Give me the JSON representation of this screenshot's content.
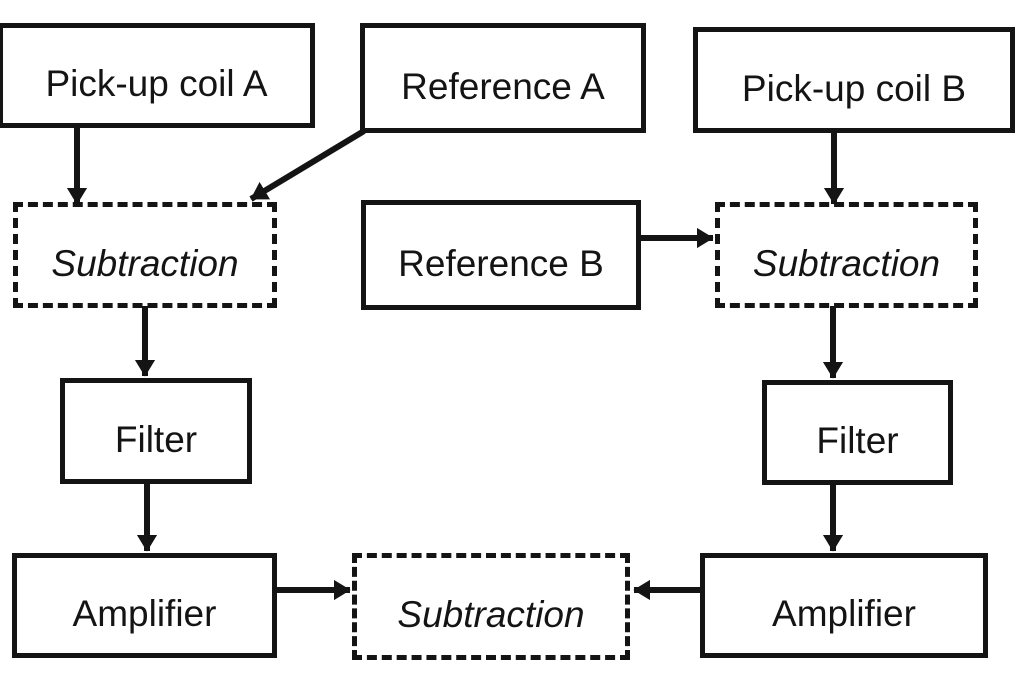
{
  "diagram": {
    "type": "block-diagram",
    "colors": {
      "line": "#141414",
      "background": "#ffffff"
    },
    "nodes": {
      "pickup_a": {
        "label": "Pick-up coil A",
        "shape": "solid-rect"
      },
      "ref_a": {
        "label": "Reference A",
        "shape": "solid-rect"
      },
      "pickup_b": {
        "label": "Pick-up coil B",
        "shape": "solid-rect"
      },
      "sub_a": {
        "label": "Subtraction",
        "shape": "dashed-rect"
      },
      "ref_b": {
        "label": "Reference B",
        "shape": "solid-rect"
      },
      "sub_b": {
        "label": "Subtraction",
        "shape": "dashed-rect"
      },
      "filter_a": {
        "label": "Filter",
        "shape": "solid-rect"
      },
      "filter_b": {
        "label": "Filter",
        "shape": "solid-rect"
      },
      "amp_a": {
        "label": "Amplifier",
        "shape": "solid-rect"
      },
      "sub_out": {
        "label": "Subtraction",
        "shape": "dashed-rect"
      },
      "amp_b": {
        "label": "Amplifier",
        "shape": "solid-rect"
      }
    },
    "edges": [
      {
        "from": "pickup_a",
        "to": "sub_a"
      },
      {
        "from": "ref_a",
        "to": "sub_a"
      },
      {
        "from": "pickup_b",
        "to": "sub_b"
      },
      {
        "from": "ref_b",
        "to": "sub_b"
      },
      {
        "from": "sub_a",
        "to": "filter_a"
      },
      {
        "from": "filter_a",
        "to": "amp_a"
      },
      {
        "from": "amp_a",
        "to": "sub_out"
      },
      {
        "from": "sub_b",
        "to": "filter_b"
      },
      {
        "from": "filter_b",
        "to": "amp_b"
      },
      {
        "from": "amp_b",
        "to": "sub_out"
      }
    ]
  }
}
